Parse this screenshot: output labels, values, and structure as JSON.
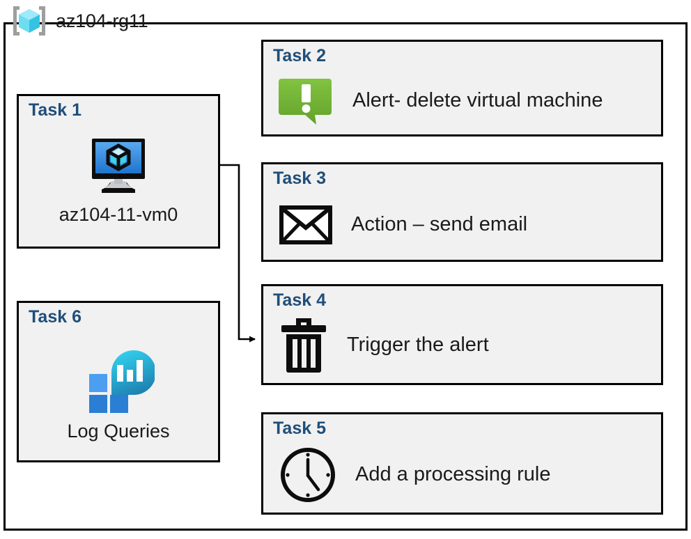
{
  "diagram": {
    "type": "azure-resource-group-task-diagram",
    "resource_group": {
      "name": "az104-rg11",
      "icon": "resource-group-cube-icon"
    },
    "colors": {
      "card_background": "#F1F1F1",
      "card_border": "#000000",
      "task_heading": "#1F4E79",
      "alert_green": "#77B82A",
      "vm_blue": "#2E8BE6",
      "log_analytics_cyan": "#2ECBE8",
      "log_analytics_blue": "#2A7FD4",
      "connector": "#000000",
      "page_background": "#FFFFFF"
    },
    "cards": [
      {
        "id": "task1",
        "title": "Task 1",
        "caption": "az104-11-vm0",
        "icon": "virtual-machine-icon",
        "layout": "vertical"
      },
      {
        "id": "task2",
        "title": "Task 2",
        "caption": "Alert- delete virtual machine",
        "icon": "alert-bubble-icon",
        "layout": "horizontal"
      },
      {
        "id": "task3",
        "title": "Task 3",
        "caption": "Action – send email",
        "icon": "envelope-icon",
        "layout": "horizontal"
      },
      {
        "id": "task4",
        "title": "Task 4",
        "caption": "Trigger the alert",
        "icon": "trash-bin-icon",
        "layout": "horizontal"
      },
      {
        "id": "task5",
        "title": "Task 5",
        "caption": "Add a processing rule",
        "icon": "clock-icon",
        "layout": "horizontal"
      },
      {
        "id": "task6",
        "title": "Task 6",
        "caption": "Log Queries",
        "icon": "log-analytics-icon",
        "layout": "vertical"
      }
    ],
    "connectors": [
      {
        "id": "vm-to-task4",
        "from": "task1",
        "to": "task4",
        "style": "orthogonal-elbow",
        "arrowhead": "to"
      }
    ]
  }
}
